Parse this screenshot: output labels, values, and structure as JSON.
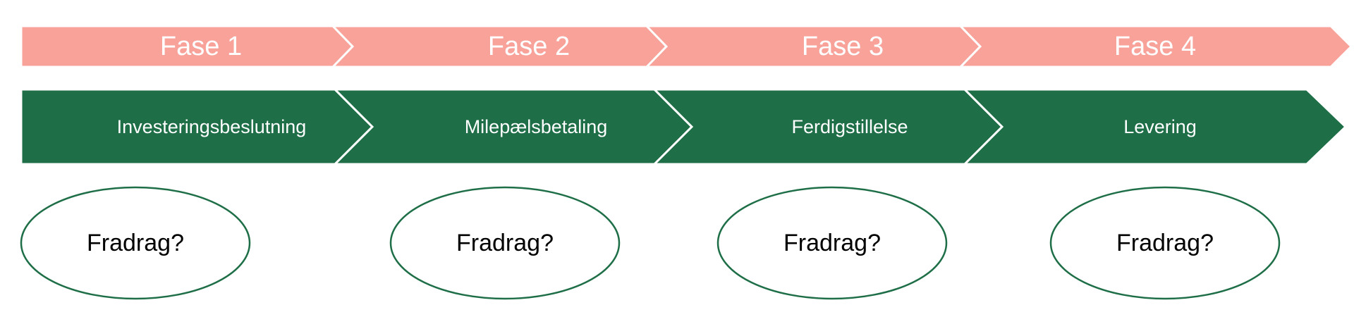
{
  "colors": {
    "phase_fill": "#f8a29a",
    "step_fill": "#1e6e47",
    "chevron_separator": "#ffffff",
    "oval_stroke": "#1e6e47",
    "oval_text": "#000000"
  },
  "phases": [
    {
      "label": "Fase 1"
    },
    {
      "label": "Fase 2"
    },
    {
      "label": "Fase 3"
    },
    {
      "label": "Fase 4"
    }
  ],
  "steps": [
    {
      "label": "Investeringsbeslutning"
    },
    {
      "label": "Milepælsbetaling"
    },
    {
      "label": "Ferdigstillelse"
    },
    {
      "label": "Levering"
    }
  ],
  "ovals": [
    {
      "label": "Fradrag?"
    },
    {
      "label": "Fradrag?"
    },
    {
      "label": "Fradrag?"
    },
    {
      "label": "Fradrag?"
    }
  ]
}
